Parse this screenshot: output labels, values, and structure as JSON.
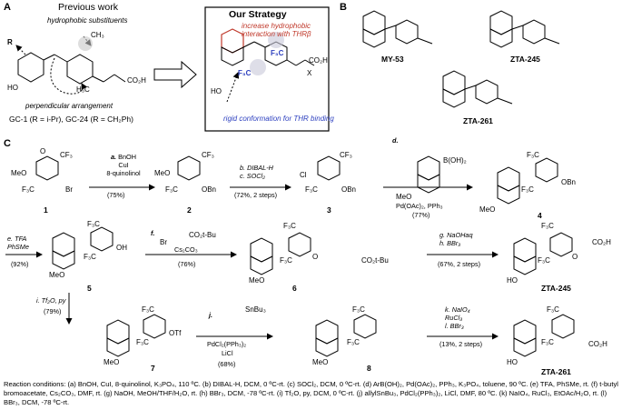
{
  "panels": {
    "a": {
      "letter": "A",
      "header": "Previous work",
      "hydrophobic_note": "hydrophobic substituents",
      "perpendicular_note": "perpendicular arrangement",
      "r_label": "R",
      "ho_label": "HO",
      "h3c_label": "H₃C",
      "ch3_label": "CH₃",
      "acid_label": "CO₂H",
      "compounds_caption": "GC-1 (R = i-Pr), GC-24 (R = CH₂Ph)"
    },
    "strategy": {
      "header": "Our Strategy",
      "red_note": "increase hydrophobic interaction with THRβ",
      "blue_note": "rigid conformation for THR binding",
      "f3c_1": "F₃C",
      "f3c_2": "F₃C",
      "ho_label": "HO",
      "x_label": "X",
      "acid_label": "CO₂H"
    },
    "b": {
      "letter": "B",
      "compounds": [
        "MY-53",
        "ZTA-245",
        "ZTA-261"
      ]
    },
    "c": {
      "letter": "C",
      "compound_numbers": [
        "1",
        "2",
        "3",
        "4",
        "5",
        "6",
        "7",
        "8"
      ],
      "products": [
        "ZTA-245",
        "ZTA-261"
      ],
      "steps": {
        "a": {
          "key": "a.",
          "lines": [
            "BnOH",
            "CuI",
            "8-quinolinol"
          ],
          "yield": "(75%)"
        },
        "bc": {
          "lines": [
            "b. DIBAL-H",
            "c. SOCl₂"
          ],
          "yield": "(72%, 2 steps)"
        },
        "d": {
          "key": "d.",
          "reagents": "Pd(OAc)₂, PPh₃",
          "boronic": "B(OH)₂",
          "meo": "MeO",
          "yield": "(77%)"
        },
        "e": {
          "lines": [
            "e. TFA",
            "PhSMe"
          ],
          "yield": "(92%)"
        },
        "f": {
          "key": "f.",
          "reagent": "CO₂t-Bu",
          "br": "Br",
          "base": "Cs₂CO₃",
          "yield": "(76%)"
        },
        "gh": {
          "lines": [
            "g. NaOHaq",
            "h. BBr₃"
          ],
          "yield": "(67%, 2 steps)"
        },
        "i": {
          "lines": [
            "i. Tf₂O, py"
          ],
          "yield": "(79%)"
        },
        "j": {
          "key": "j.",
          "reagent": "SnBu₃",
          "cat": "PdCl₂(PPh₃)₂",
          "salt": "LiCl",
          "yield": "(68%)"
        },
        "kl": {
          "lines": [
            "k. NaIO₄",
            "RuCl₃",
            "l. BBr₃"
          ],
          "yield": "(13%, 2 steps)"
        }
      },
      "atom_labels": {
        "meo": "MeO",
        "o": "O",
        "cf3": "CF₃",
        "f3c": "F₃C",
        "br": "Br",
        "obn": "OBn",
        "cl": "Cl",
        "oh": "OH",
        "ho": "HO",
        "otf": "OTf",
        "co2tbu": "CO₂t-Bu",
        "co2h": "CO₂H"
      }
    }
  },
  "caption": "Reaction conditions: (a) BnOH, CuI, 8-quinolinol, K₃PO₄, 110 ºC. (b) DIBAL-H, DCM, 0 ºC-rt. (c) SOCl₂, DCM, 0 ºC-rt. (d) ArB(OH)₂, Pd(OAc)₂, PPh₃, K₃PO₄, toluene, 90 ºC. (e) TFA, PhSMe, rt. (f) t-butyl bromoacetate, Cs₂CO₃, DMF, rt. (g) NaOH, MeOH/THF/H₂O, rt. (h) BBr₃, DCM, -78 ºC-rt. (i) Tf₂O, py, DCM, 0 ºC-rt. (j) allylSnBu₃, PdCl₂(PPh₃)₂, LiCl, DMF, 80 ºC. (k) NaIO₄, RuCl₃, EtOAc/H₂O, rt. (l) BBr₃, DCM, -78 ºC-rt."
}
